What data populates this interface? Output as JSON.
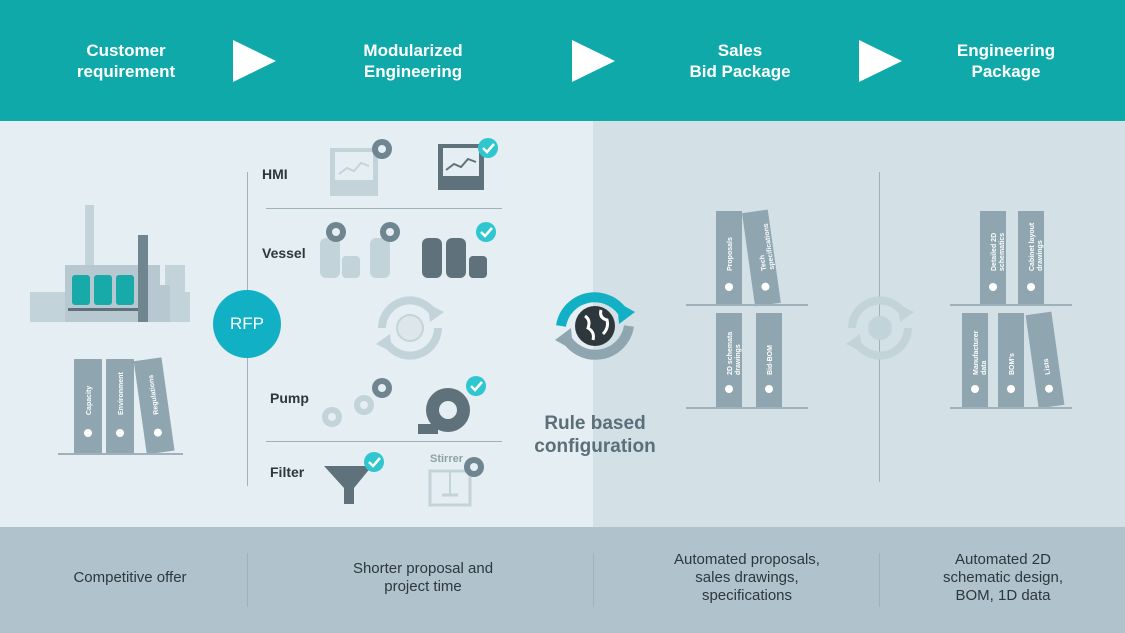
{
  "header": {
    "stages": [
      {
        "label": "Customer\nrequirement"
      },
      {
        "label": "Modularized\nEngineering"
      },
      {
        "label": "Sales\nBid Package"
      },
      {
        "label": "Engineering\nPackage"
      }
    ]
  },
  "customer": {
    "binders": [
      "Capacity",
      "Environment",
      "Regulations"
    ],
    "rfp_label": "RFP"
  },
  "modules": {
    "rows": [
      "HMI",
      "Vessel",
      "Pump",
      "Filter"
    ],
    "stirrer_label": "Stirrer"
  },
  "rule": {
    "label": "Rule based\nconfiguration"
  },
  "sales": {
    "binders_top": [
      "Proposals",
      "Tech\nspecifications"
    ],
    "binders_bottom": [
      "2D schemata\ndrawings",
      "Bid-BOM"
    ]
  },
  "engineering": {
    "binders_top": [
      "Detailed 2D\nschematics",
      "Cabinet layout\ndrawings"
    ],
    "binders_bottom": [
      "Manufacturer\ndata",
      "BOM's",
      "Lists"
    ]
  },
  "footer": {
    "items": [
      {
        "text": "Competitive offer"
      },
      {
        "text": "Shorter proposal and\nproject time"
      },
      {
        "text": "Automated proposals,\nsales drawings,\nspecifications"
      },
      {
        "text": "Automated 2D\nschematic design,\nBOM, 1D data"
      }
    ]
  },
  "colors": {
    "header_teal": "#10a9a9",
    "rfp_blue": "#12b0c5",
    "check_teal": "#2fc6cf",
    "binder_gray": "#8fa6b1",
    "icon_dark": "#5f717a"
  },
  "icons": [
    "factory-icon",
    "binder-icon",
    "monitor-icon",
    "tank-icon",
    "pump-icon",
    "filter-funnel-icon",
    "stirrer-icon",
    "globe-cycle-icon",
    "checkmark-icon",
    "settings-ring-icon"
  ]
}
